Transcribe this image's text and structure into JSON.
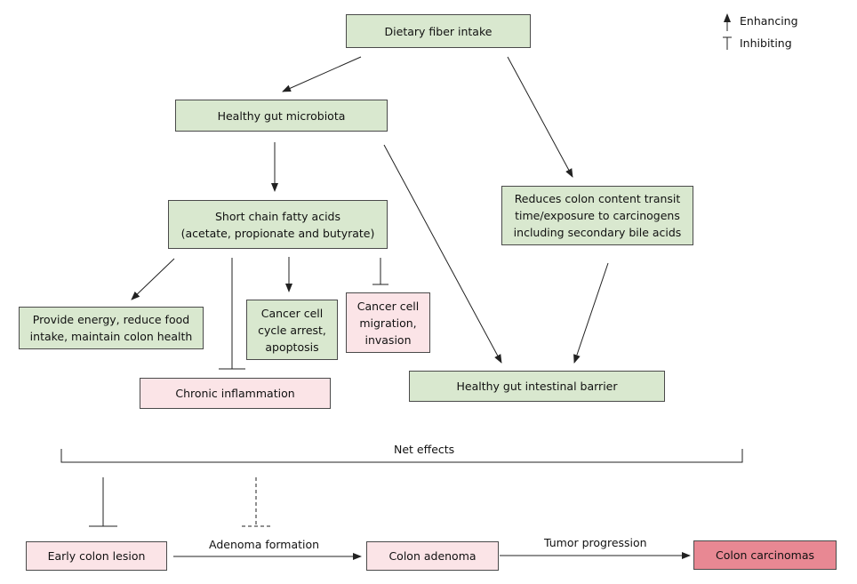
{
  "legend": {
    "enhancing": "Enhancing",
    "inhibiting": "Inhibiting"
  },
  "nodes": {
    "dietary_fiber": "Dietary fiber intake",
    "gut_microbiota": "Healthy gut microbiota",
    "scfa": "Short chain fatty acids\n(acetate, propionate and butyrate)",
    "transit_time": "Reduces colon content transit\ntime/exposure to carcinogens\nincluding secondary bile acids",
    "energy": "Provide energy, reduce food\nintake, maintain colon health",
    "cell_cycle_arrest": "Cancer cell\ncycle arrest,\napoptosis",
    "migration": "Cancer cell\nmigration,\ninvasion",
    "intestinal_barrier": "Healthy gut intestinal barrier",
    "chronic_inflammation": "Chronic inflammation",
    "early_lesion": "Early colon lesion",
    "colon_adenoma": "Colon adenoma",
    "colon_carcinomas": "Colon carcinomas"
  },
  "labels": {
    "net_effects": "Net effects",
    "adenoma_formation": "Adenoma formation",
    "tumor_progression": "Tumor progression"
  },
  "colors": {
    "green_fill": "#d9e8cf",
    "pink_fill": "#fbe4e7",
    "carcinoma_fill": "#e88893",
    "line": "#222222"
  }
}
